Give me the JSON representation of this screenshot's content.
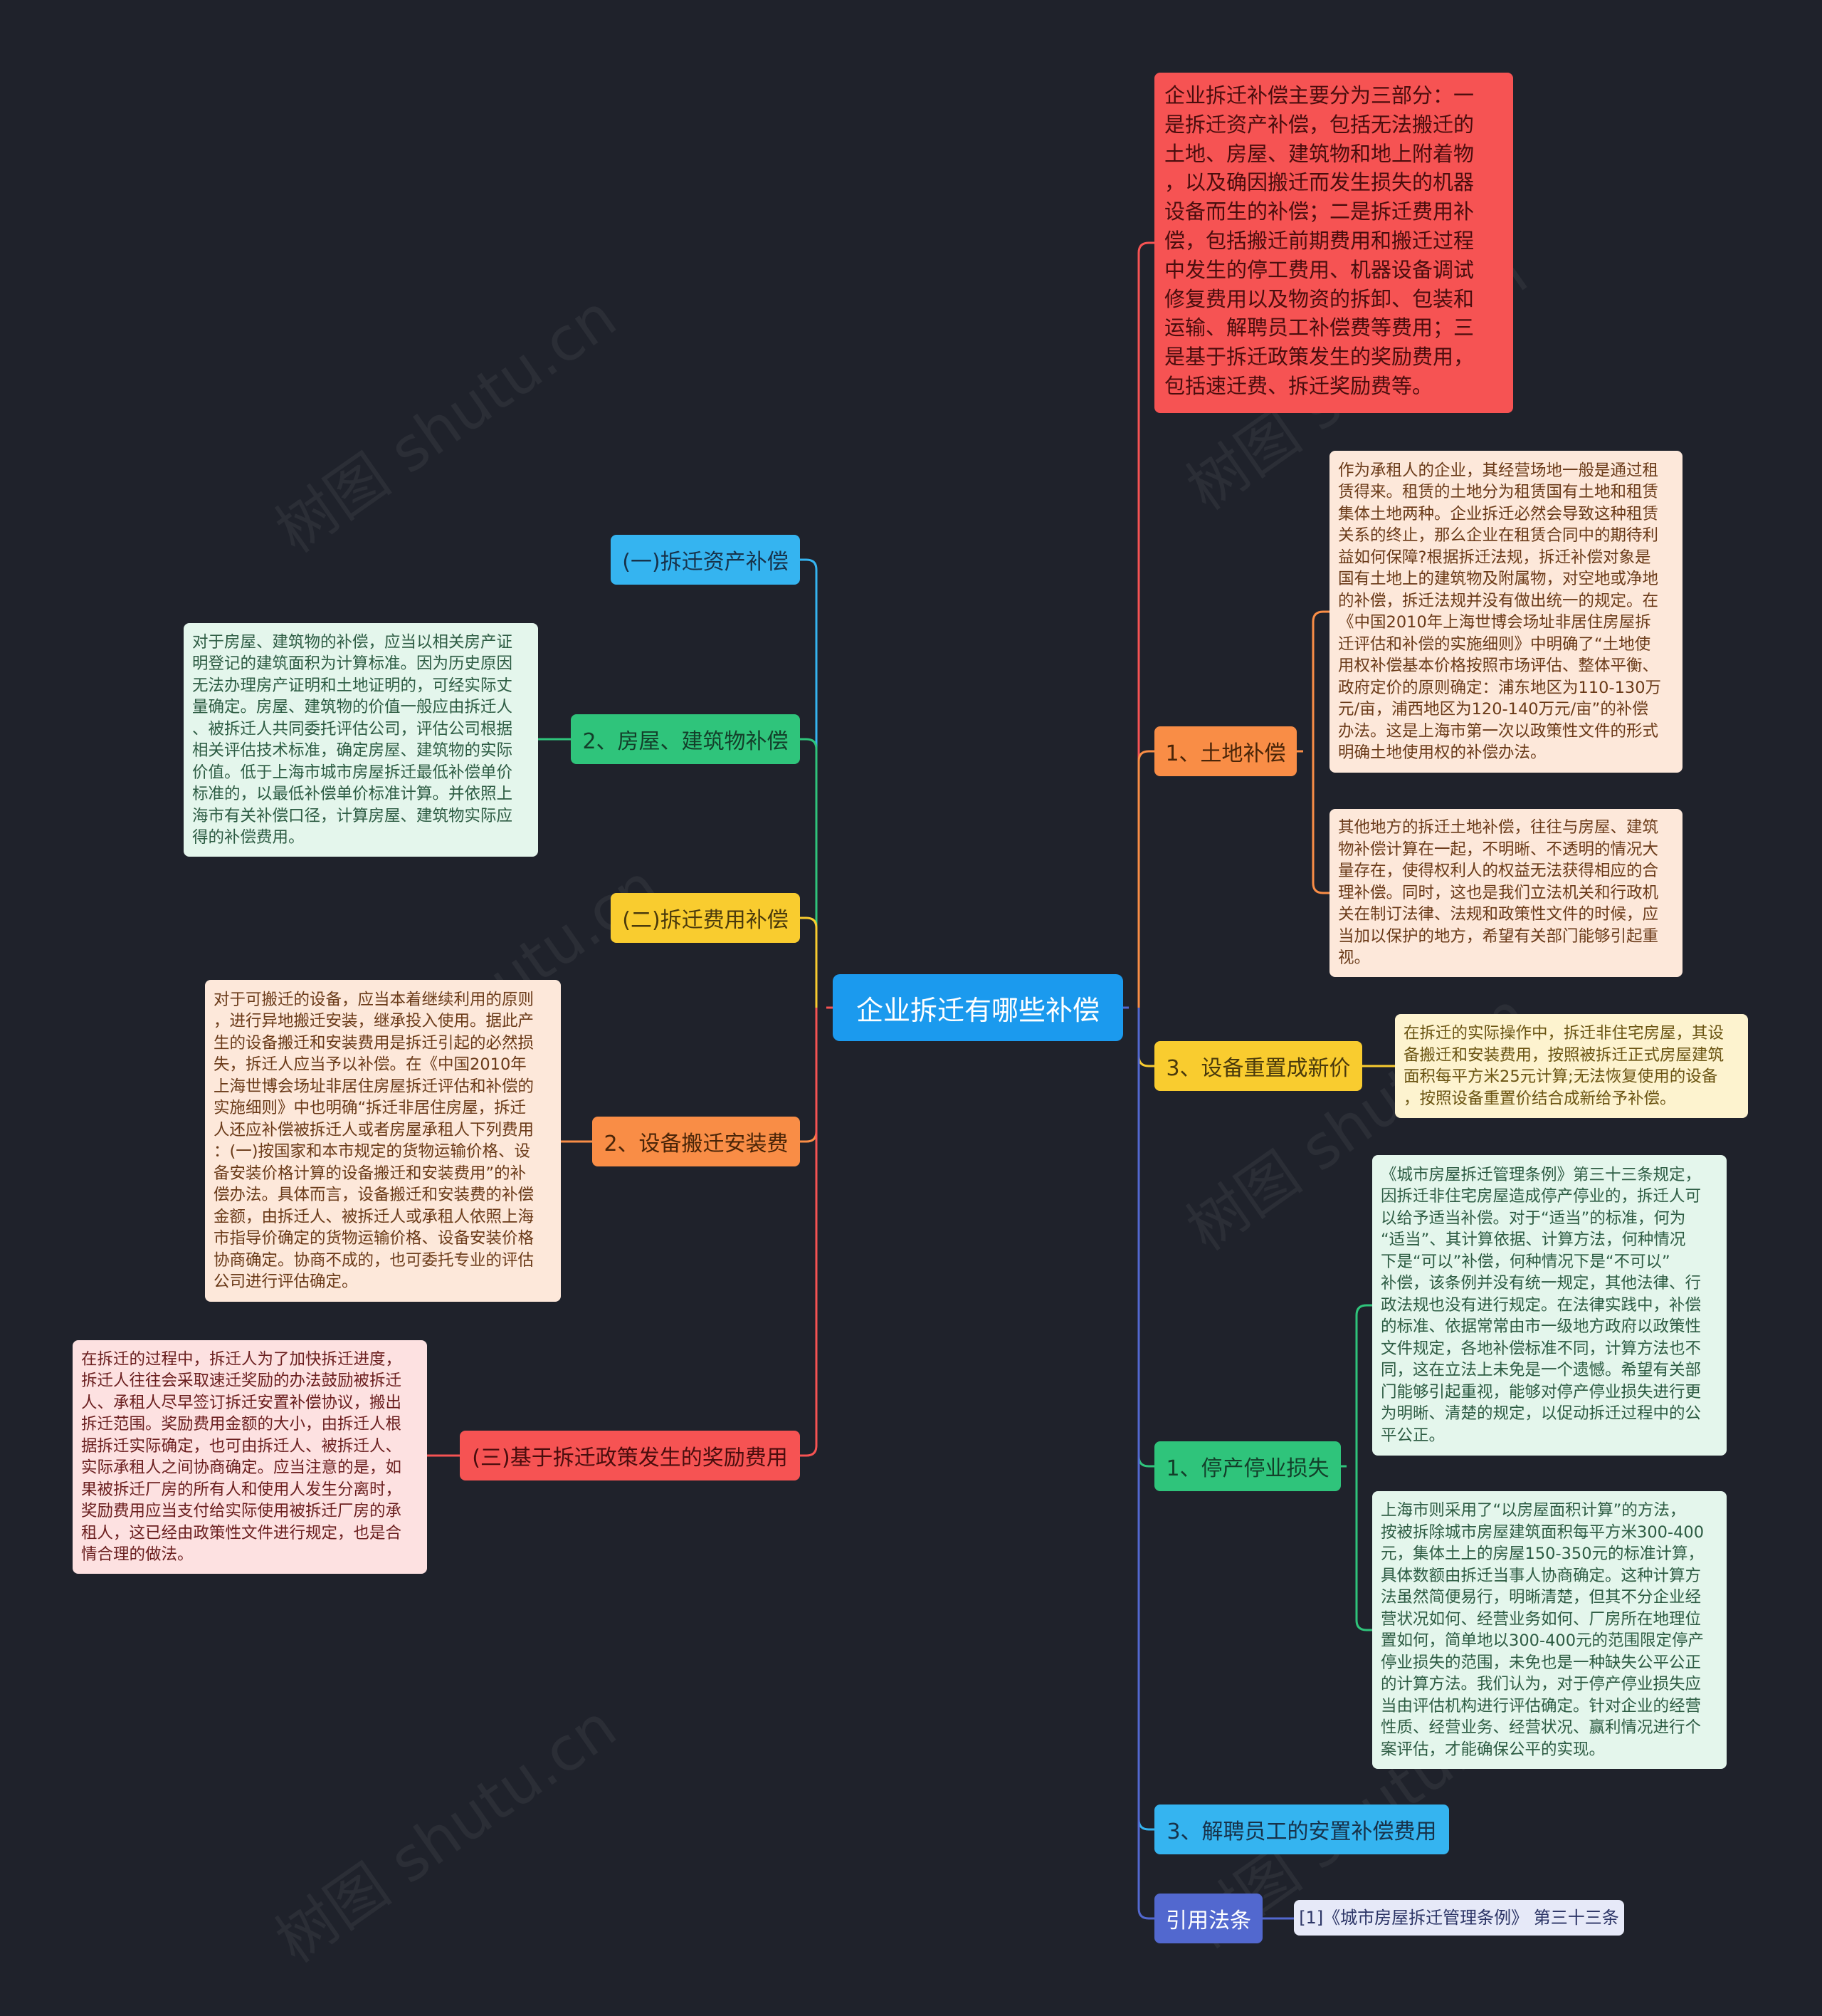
{
  "colors": {
    "background": "#1f222b",
    "root": "#1b9aee",
    "blue": "#35b4f0",
    "green": "#2fc47b",
    "yellow": "#f9cc2f",
    "orange": "#f98d46",
    "red": "#f65353",
    "indigo": "#5268cf"
  },
  "root": {
    "label": "企业拆迁有哪些补偿"
  },
  "left": {
    "asset": {
      "label": "(一)拆迁资产补偿"
    },
    "house": {
      "label": "2、房屋、建筑物补偿",
      "note": "对于房屋、建筑物的补偿，应当以相关房产证\n明登记的建筑面积为计算标准。因为历史原因\n无法办理房产证明和土地证明的，可经实际丈\n量确定。房屋、建筑物的价值一般应由拆迁人\n、被拆迁人共同委托评估公司，评估公司根据\n相关评估技术标准，确定房屋、建筑物的实际\n价值。低于上海市城市房屋拆迁最低补偿单价\n标准的，以最低补偿单价标准计算。并依照上\n海市有关补偿口径，计算房屋、建筑物实际应\n得的补偿费用。"
    },
    "fee": {
      "label": "(二)拆迁费用补偿"
    },
    "equip": {
      "label": "2、设备搬迁安装费",
      "note": "对于可搬迁的设备，应当本着继续利用的原则\n，进行异地搬迁安装，继承投入使用。据此产\n生的设备搬迁和安装费用是拆迁引起的必然损\n失，拆迁人应当予以补偿。在《中国2010年\n上海世博会场址非居住房屋拆迁评估和补偿的\n实施细则》中也明确“拆迁非居住房屋，拆迁\n人还应补偿被拆迁人或者房屋承租人下列费用\n：(一)按国家和本市规定的货物运输价格、设\n备安装价格计算的设备搬迁和安装费用”的补\n偿办法。具体而言，设备搬迁和安装费的补偿\n金额，由拆迁人、被拆迁人或承租人依照上海\n市指导价确定的货物运输价格、设备安装价格\n协商确定。协商不成的，也可委托专业的评估\n公司进行评估确定。"
    },
    "reward": {
      "label": "(三)基于拆迁政策发生的奖励费用",
      "note": "在拆迁的过程中，拆迁人为了加快拆迁进度，\n拆迁人往往会采取速迁奖励的办法鼓励被拆迁\n人、承租人尽早签订拆迁安置补偿协议，搬出\n拆迁范围。奖励费用金额的大小，由拆迁人根\n据拆迁实际确定，也可由拆迁人、被拆迁人、\n实际承租人之间协商确定。应当注意的是，如\n果被拆迁厂房的所有人和使用人发生分离时，\n奖励费用应当支付给实际使用被拆迁厂房的承\n租人，这已经由政策性文件进行规定，也是合\n情合理的做法。"
    }
  },
  "right": {
    "summary": "企业拆迁补偿主要分为三部分：一\n是拆迁资产补偿，包括无法搬迁的\n土地、房屋、建筑物和地上附着物\n，以及确因搬迁而发生损失的机器\n设备而生的补偿；二是拆迁费用补\n偿，包括搬迁前期费用和搬迁过程\n中发生的停工费用、机器设备调试\n修复费用以及物资的拆卸、包装和\n运输、解聘员工补偿费等费用；三\n是基于拆迁政策发生的奖励费用，\n包括速迁费、拆迁奖励费等。",
    "land": {
      "label": "1、土地补偿",
      "note1": "作为承租人的企业，其经营场地一般是通过租\n赁得来。租赁的土地分为租赁国有土地和租赁\n集体土地两种。企业拆迁必然会导致这种租赁\n关系的终止，那么企业在租赁合同中的期待利\n益如何保障?根据拆迁法规，拆迁补偿对象是\n国有土地上的建筑物及附属物，对空地或净地\n的补偿，拆迁法规并没有做出统一的规定。在\n《中国2010年上海世博会场址非居住房屋拆\n迁评估和补偿的实施细则》中明确了“土地使\n用权补偿基本价格按照市场评估、整体平衡、\n政府定价的原则确定：浦东地区为110-130万\n元/亩，浦西地区为120-140万元/亩”的补偿\n办法。这是上海市第一次以政策性文件的形式\n明确土地使用权的补偿办法。",
      "note2": "其他地方的拆迁土地补偿，往往与房屋、建筑\n物补偿计算在一起，不明晰、不透明的情况大\n量存在，使得权利人的权益无法获得相应的合\n理补偿。同时，这也是我们立法机关和行政机\n关在制订法律、法规和政策性文件的时候，应\n当加以保护的地方，希望有关部门能够引起重\n视。"
    },
    "reset": {
      "label": "3、设备重置成新价",
      "note": "在拆迁的实际操作中，拆迁非住宅房屋，其设\n备搬迁和安装费用，按照被拆迁正式房屋建筑\n面积每平方米25元计算;无法恢复使用的设备\n，按照设备重置价结合成新给予补偿。"
    },
    "stop": {
      "label": "1、停产停业损失",
      "note1": "《城市房屋拆迁管理条例》第三十三条规定，\n因拆迁非住宅房屋造成停产停业的，拆迁人可\n以给予适当补偿。对于“适当”的标准，何为\n“适当”、其计算依据、计算方法，何种情况\n下是“可以”补偿，何种情况下是“不可以”\n补偿，该条例并没有统一规定，其他法律、行\n政法规也没有进行规定。在法律实践中，补偿\n的标准、依据常常由市一级地方政府以政策性\n文件规定，各地补偿标准不同，计算方法也不\n同，这在立法上未免是一个遗憾。希望有关部\n门能够引起重视，能够对停产停业损失进行更\n为明晰、清楚的规定，以促动拆迁过程中的公\n平公正。",
      "note2": "上海市则采用了“以房屋面积计算”的方法，\n按被拆除城市房屋建筑面积每平方米300-400\n元，集体土上的房屋150-350元的标准计算，\n具体数额由拆迁当事人协商确定。这种计算方\n法虽然简便易行，明晰清楚，但其不分企业经\n营状况如何、经营业务如何、厂房所在地理位\n置如何，简单地以300-400元的范围限定停产\n停业损失的范围，未免也是一种缺失公平公正\n的计算方法。我们认为，对于停产停业损失应\n当由评估机构进行评估确定。针对企业的经营\n性质、经营业务、经营状况、赢利情况进行个\n案评估，才能确保公平的实现。"
    },
    "staff": {
      "label": "3、解聘员工的安置补偿费用"
    },
    "law": {
      "label": "引用法条",
      "cite": "[1]《城市房屋拆迁管理条例》 第三十三条"
    }
  },
  "watermark": "树图 shutu.cn"
}
